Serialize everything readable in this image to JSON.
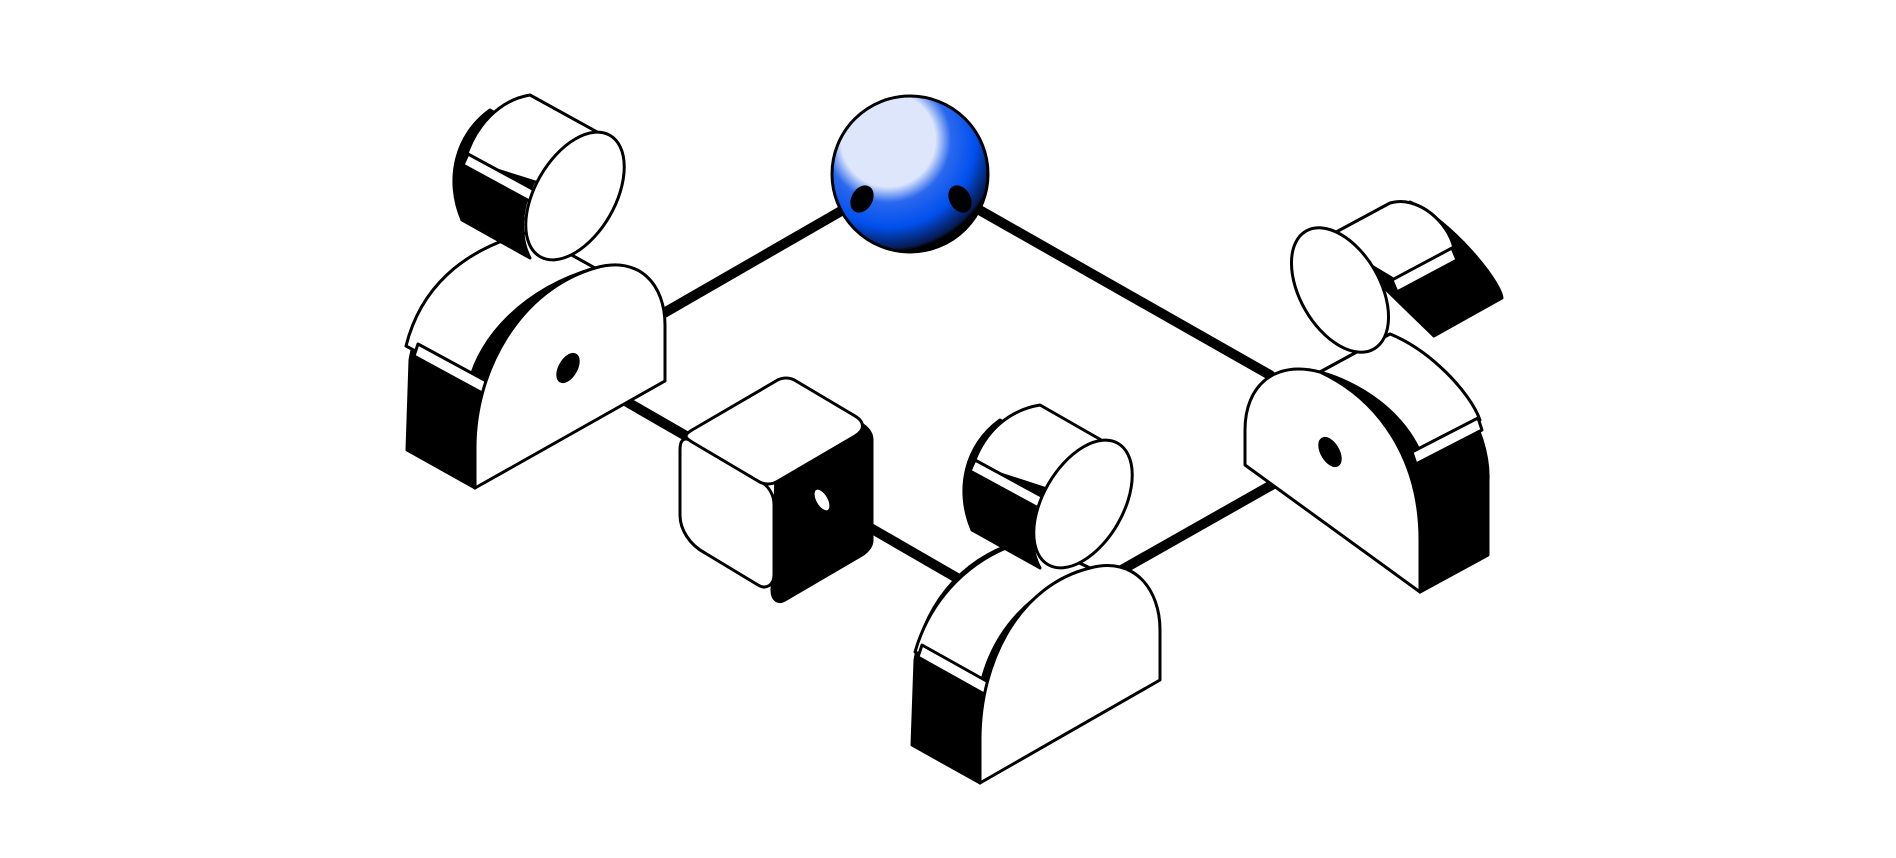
{
  "illustration": {
    "kind": "isometric network diagram",
    "nodes": [
      {
        "id": "person-left",
        "type": "person"
      },
      {
        "id": "person-right",
        "type": "person"
      },
      {
        "id": "person-front",
        "type": "person"
      },
      {
        "id": "sphere-hub",
        "type": "sphere"
      },
      {
        "id": "cube-hub",
        "type": "cube"
      }
    ],
    "links": [
      {
        "from": "person-left",
        "to": "sphere-hub"
      },
      {
        "from": "sphere-hub",
        "to": "person-right"
      },
      {
        "from": "person-left",
        "to": "cube-hub"
      },
      {
        "from": "cube-hub",
        "to": "person-front"
      },
      {
        "from": "person-front",
        "to": "person-right"
      }
    ]
  },
  "colors": {
    "background": "#ffffff",
    "stroke": "#000000",
    "sphere": "#0050ee",
    "sphere_highlight": "#dde6fb"
  }
}
